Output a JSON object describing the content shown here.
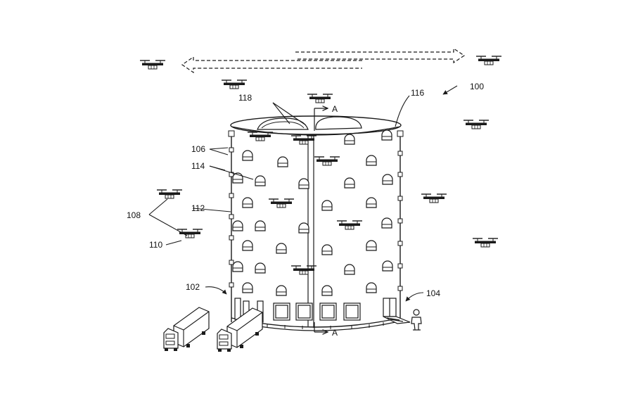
{
  "figure": {
    "reference_numerals": [
      {
        "id": "n100",
        "text": "100"
      },
      {
        "id": "n102",
        "text": "102"
      },
      {
        "id": "n104",
        "text": "104"
      },
      {
        "id": "n106",
        "text": "106"
      },
      {
        "id": "n108",
        "text": "108"
      },
      {
        "id": "n110",
        "text": "110"
      },
      {
        "id": "n112",
        "text": "112"
      },
      {
        "id": "n114",
        "text": "114"
      },
      {
        "id": "n116",
        "text": "116"
      },
      {
        "id": "n118",
        "text": "118"
      }
    ],
    "section_marks": {
      "top": "A",
      "bottom": "A"
    }
  },
  "colors": {
    "line": "#1a1a1a",
    "background": "#ffffff"
  },
  "icons": [
    "drone-icon",
    "truck-icon",
    "person-icon",
    "window-icon",
    "door-icon"
  ]
}
